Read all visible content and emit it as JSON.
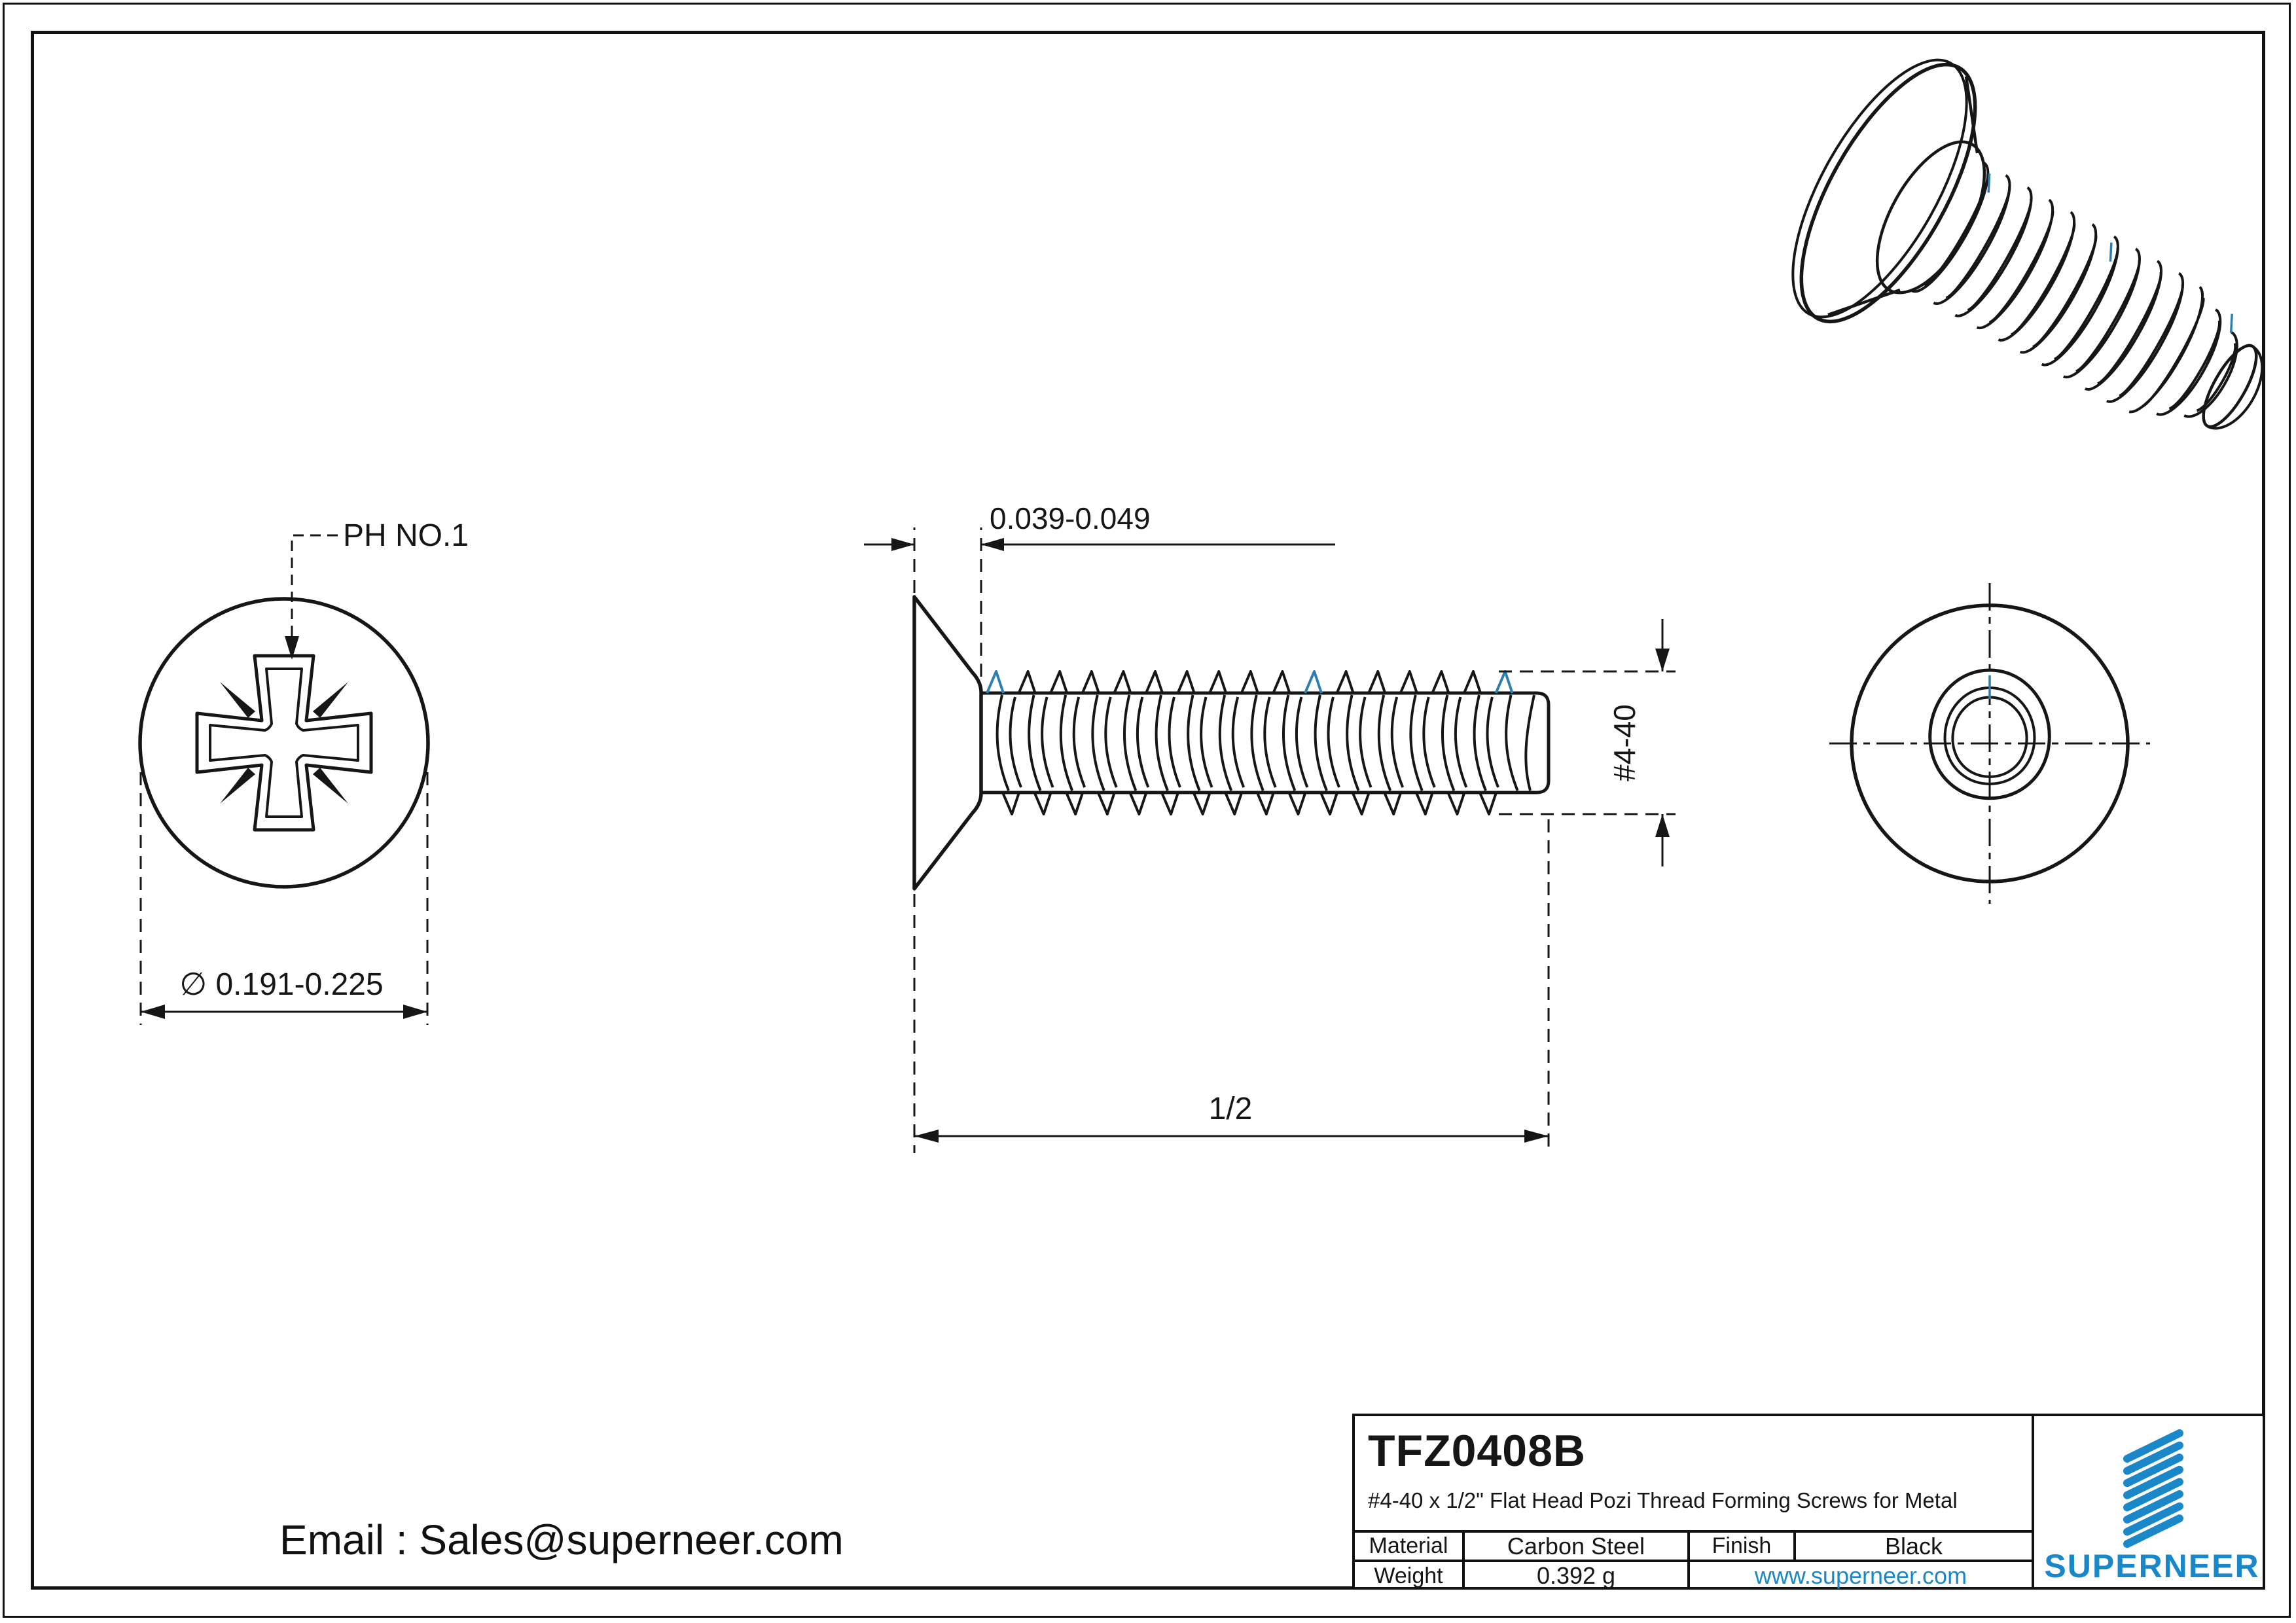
{
  "sheet": {
    "part_number": "TFZ0408B",
    "description": "#4-40 x 1/2\" Flat Head Pozi Thread Forming Screws for Metal",
    "material_label": "Material",
    "material_value": "Carbon Steel",
    "finish_label": "Finish",
    "finish_value": "Black",
    "weight_label": "Weight",
    "weight_value": "0.392 g",
    "website": "www.superneer.com",
    "brand": "SUPERNEER",
    "email": "Email : Sales@superneer.com"
  },
  "dimensions": {
    "drive_label": "PH NO.1",
    "head_diameter": "∅ 0.191-0.225",
    "head_height": "0.039-0.049",
    "thread_spec": "#4-40",
    "length": "1/2"
  },
  "colors": {
    "line": "#161616",
    "accent_blue": "#1a87c9",
    "thread_highlight": "#2e7fae"
  }
}
